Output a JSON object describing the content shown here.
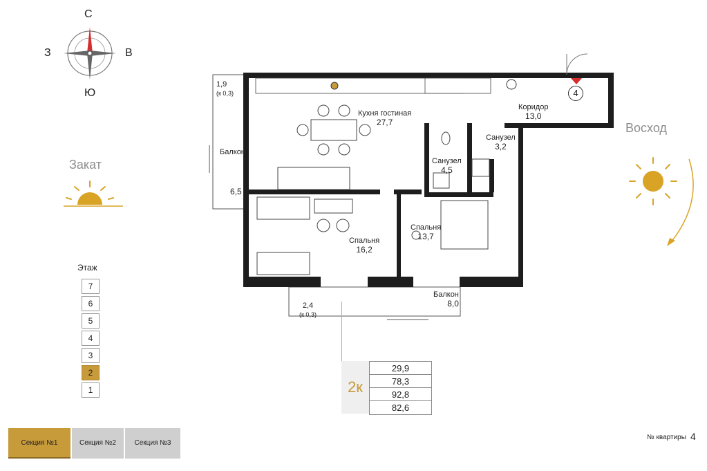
{
  "compass": {
    "north": "С",
    "south": "Ю",
    "west": "З",
    "east": "В"
  },
  "sunset_label": "Закат",
  "sunrise_label": "Восход",
  "rooms": {
    "balcony_west": {
      "dims": "1,9",
      "coef": "(к 0,3)",
      "name": "Балкон",
      "area": "6,5"
    },
    "kitchen": {
      "name": "Кухня гостиная",
      "area": "27,7"
    },
    "corridor": {
      "name": "Коридор",
      "area": "13,0"
    },
    "bath1": {
      "name": "Санузел",
      "area": "3,2"
    },
    "bath2": {
      "name": "Санузел",
      "area": "4,5"
    },
    "bedroom1": {
      "name": "Спальня",
      "area": "16,2"
    },
    "bedroom2": {
      "name": "Спальня",
      "area": "13,7"
    },
    "balcony_south": {
      "name": "Балкон",
      "area": "8,0"
    },
    "balcony_south_note": {
      "dims": "2,4",
      "coef": "(к 0,3)"
    }
  },
  "entrance_number": "4",
  "floor_selector": {
    "title": "Этаж",
    "floors": [
      "7",
      "6",
      "5",
      "4",
      "3",
      "2",
      "1"
    ],
    "active": "2"
  },
  "apartment": {
    "type": "2к",
    "stats": [
      "29,9",
      "78,3",
      "92,8",
      "82,6"
    ]
  },
  "sections": [
    "Секция №1",
    "Секция №2",
    "Секция №3"
  ],
  "apartment_number_label": "№ квартиры",
  "apartment_number": "4",
  "colors": {
    "accent": "#c79a3a",
    "wall": "#1d1d1d",
    "sun": "#d9a326",
    "compass_red": "#d32f2f"
  }
}
